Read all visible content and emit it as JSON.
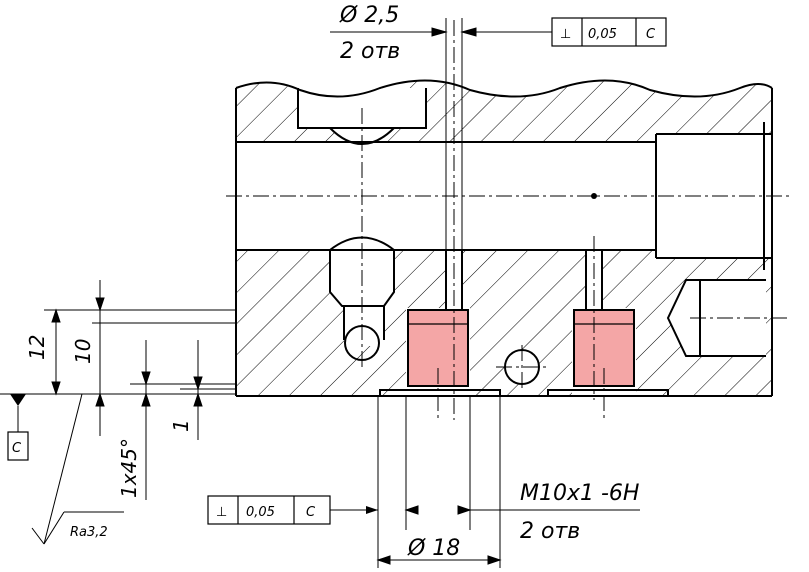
{
  "hole_callout": {
    "diameter": "Ø 2,5",
    "count": "2 отв"
  },
  "tolerance_frame_top": {
    "symbol": "⊥",
    "value": "0,05",
    "datum": "C"
  },
  "tolerance_frame_bottom": {
    "symbol": "⊥",
    "value": "0,05",
    "datum": "C"
  },
  "thread_callout": {
    "thread": "M10x1 -6H",
    "count": "2 отв"
  },
  "bottom_dimension": {
    "diameter": "Ø 18"
  },
  "left_dimensions": {
    "d12": "12",
    "d10": "10",
    "chamfer": "1x45°",
    "d1": "1"
  },
  "datum": {
    "letter": "C"
  },
  "roughness": {
    "value": "Ra3,2"
  },
  "colors": {
    "highlight": "#f4a6a6",
    "line": "#000000"
  }
}
